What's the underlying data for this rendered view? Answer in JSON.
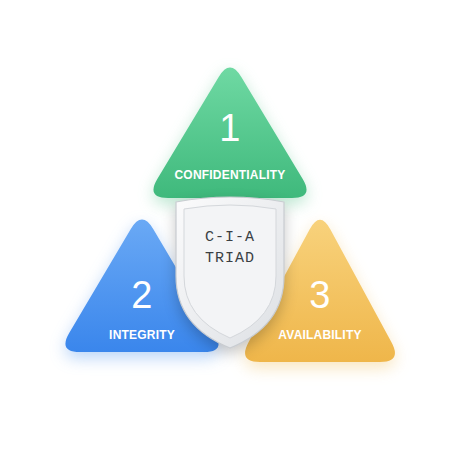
{
  "diagram": {
    "nodes": [
      {
        "text": [
          "1",
          "CONFIDENTIALITY"
        ]
      },
      {
        "text": [
          "C-I-A TRIAD"
        ]
      },
      {
        "text": [
          "2",
          "INTEGRITY"
        ]
      },
      {
        "text": [
          "3",
          "AVAILABILITY"
        ]
      }
    ]
  }
}
